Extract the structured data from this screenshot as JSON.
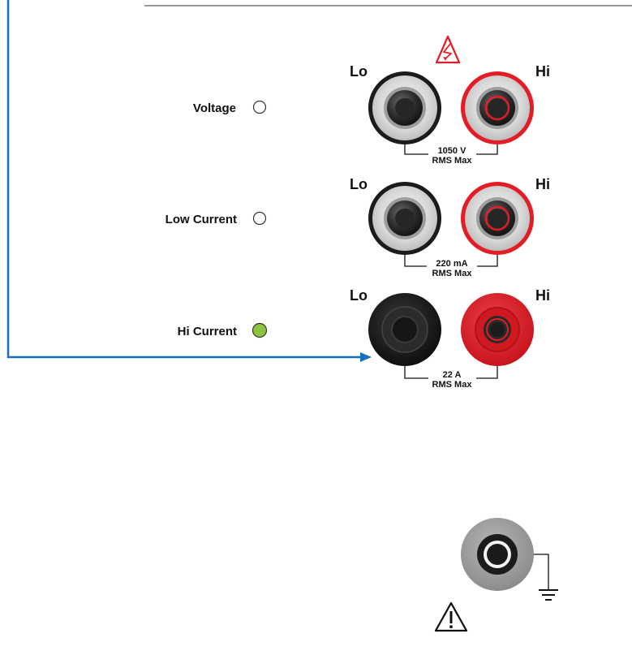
{
  "colors": {
    "accent_blue": "#1a6fba",
    "jack_red": "#e21d25",
    "jack_black": "#1b1b1b",
    "indicator_active": "#8bc53f",
    "top_rule": "#9a9a9a",
    "label_text": "#111111"
  },
  "hazard_icon": "high-voltage-warning-triangle-icon",
  "caution_icon": "exclamation-warning-triangle-icon",
  "ground_icon": "chassis-ground-symbol-icon",
  "inputs": [
    {
      "id": "voltage",
      "label": "Voltage",
      "indicator_active": false,
      "lo_label": "Lo",
      "hi_label": "Hi",
      "rating_line1": "1050 V",
      "rating_line2": "RMS Max"
    },
    {
      "id": "low-current",
      "label": "Low Current",
      "indicator_active": false,
      "lo_label": "Lo",
      "hi_label": "Hi",
      "rating_line1": "220 mA",
      "rating_line2": "RMS Max"
    },
    {
      "id": "hi-current",
      "label": "Hi Current",
      "indicator_active": true,
      "lo_label": "Lo",
      "hi_label": "Hi",
      "rating_line1": "22 A",
      "rating_line2": "RMS Max"
    }
  ]
}
